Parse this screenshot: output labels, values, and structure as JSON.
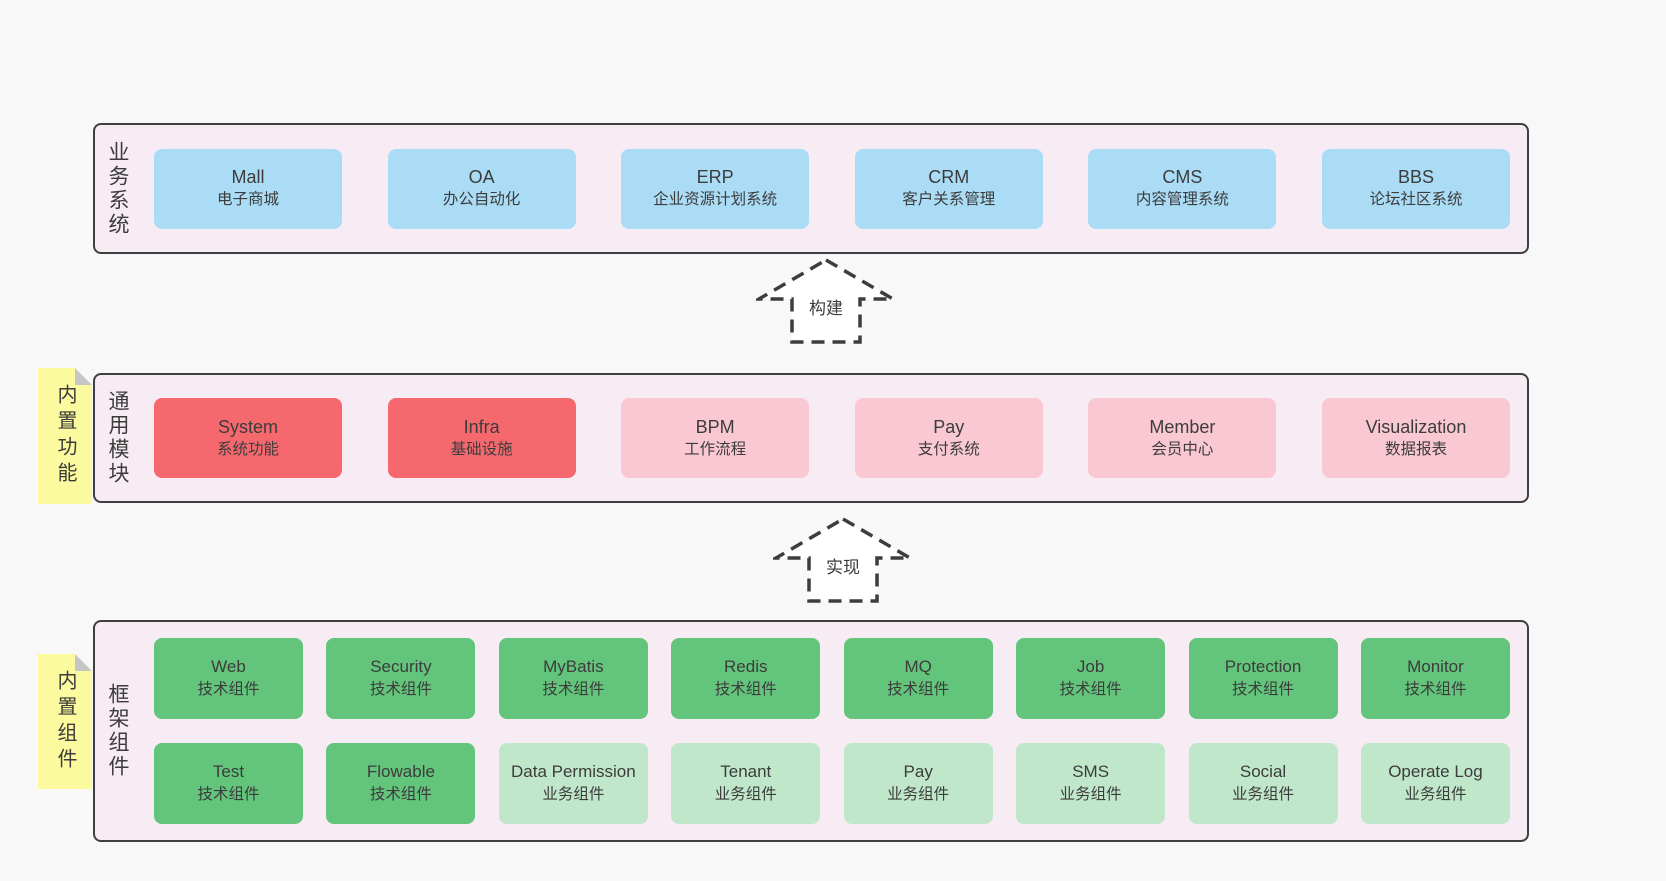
{
  "colors": {
    "page_bg": "#f8f8f8",
    "container_bg": "#f7ecf4",
    "border": "#3f3f3f",
    "text": "#3c3c3c",
    "blue": "#abdcf6",
    "red": "#f5696e",
    "pink": "#f9c8d2",
    "green": "#63c47b",
    "green_light": "#c0e7ca",
    "sticky": "#fbfa9f",
    "fold": "#c6c6c6",
    "arrow_fill": "#ffffff",
    "arrow_stroke": "#3d3d3d"
  },
  "arrows": {
    "build": {
      "label": "构建"
    },
    "implement": {
      "label": "实现"
    }
  },
  "layers": {
    "business": {
      "side_label": "业务系统",
      "boxes": [
        {
          "title": "Mall",
          "subtitle": "电子商城",
          "variant": "blue"
        },
        {
          "title": "OA",
          "subtitle": "办公自动化",
          "variant": "blue"
        },
        {
          "title": "ERP",
          "subtitle": "企业资源计划系统",
          "variant": "blue"
        },
        {
          "title": "CRM",
          "subtitle": "客户关系管理",
          "variant": "blue"
        },
        {
          "title": "CMS",
          "subtitle": "内容管理系统",
          "variant": "blue"
        },
        {
          "title": "BBS",
          "subtitle": "论坛社区系统",
          "variant": "blue"
        }
      ]
    },
    "modules": {
      "side_label": "通用模块",
      "sticky": "内置功能",
      "boxes": [
        {
          "title": "System",
          "subtitle": "系统功能",
          "variant": "red"
        },
        {
          "title": "Infra",
          "subtitle": "基础设施",
          "variant": "red"
        },
        {
          "title": "BPM",
          "subtitle": "工作流程",
          "variant": "pink"
        },
        {
          "title": "Pay",
          "subtitle": "支付系统",
          "variant": "pink"
        },
        {
          "title": "Member",
          "subtitle": "会员中心",
          "variant": "pink"
        },
        {
          "title": "Visualization",
          "subtitle": "数据报表",
          "variant": "pink"
        }
      ]
    },
    "framework": {
      "side_label": "框架组件",
      "sticky": "内置组件",
      "boxes": [
        {
          "title": "Web",
          "subtitle": "技术组件",
          "variant": "green"
        },
        {
          "title": "Security",
          "subtitle": "技术组件",
          "variant": "green"
        },
        {
          "title": "MyBatis",
          "subtitle": "技术组件",
          "variant": "green"
        },
        {
          "title": "Redis",
          "subtitle": "技术组件",
          "variant": "green"
        },
        {
          "title": "MQ",
          "subtitle": "技术组件",
          "variant": "green"
        },
        {
          "title": "Job",
          "subtitle": "技术组件",
          "variant": "green"
        },
        {
          "title": "Protection",
          "subtitle": "技术组件",
          "variant": "green"
        },
        {
          "title": "Monitor",
          "subtitle": "技术组件",
          "variant": "green"
        },
        {
          "title": "Test",
          "subtitle": "技术组件",
          "variant": "green"
        },
        {
          "title": "Flowable",
          "subtitle": "技术组件",
          "variant": "green"
        },
        {
          "title": "Data Permission",
          "subtitle": "业务组件",
          "variant": "green-light"
        },
        {
          "title": "Tenant",
          "subtitle": "业务组件",
          "variant": "green-light"
        },
        {
          "title": "Pay",
          "subtitle": "业务组件",
          "variant": "green-light"
        },
        {
          "title": "SMS",
          "subtitle": "业务组件",
          "variant": "green-light"
        },
        {
          "title": "Social",
          "subtitle": "业务组件",
          "variant": "green-light"
        },
        {
          "title": "Operate Log",
          "subtitle": "业务组件",
          "variant": "green-light"
        }
      ]
    }
  }
}
